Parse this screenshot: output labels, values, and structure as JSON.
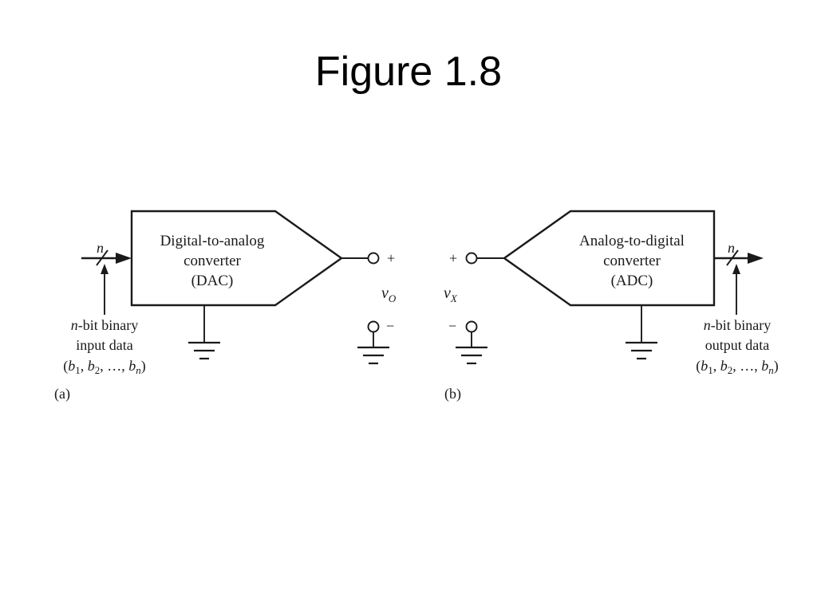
{
  "title": "Figure 1.8",
  "panel_a": {
    "tag": "(a)",
    "block_lines": [
      "Digital-to-analog",
      "converter",
      "(DAC)"
    ],
    "bus_label": "n",
    "caption_line1_var": "n",
    "caption_line1_rest": "-bit binary",
    "caption_line2": "input data",
    "caption_line3": {
      "open": "(",
      "b": "b",
      "sub1": "1",
      "sep1": ", ",
      "sub2": "2",
      "sep2": ", …, ",
      "subn": "n",
      "close": ")"
    },
    "plus": "+",
    "minus": "−",
    "voltage_var": "v",
    "voltage_sub": "O"
  },
  "panel_b": {
    "tag": "(b)",
    "block_lines": [
      "Analog-to-digital",
      "converter",
      "(ADC)"
    ],
    "bus_label": "n",
    "caption_line1_var": "n",
    "caption_line1_rest": "-bit binary",
    "caption_line2": "output data",
    "caption_line3": {
      "open": "(",
      "b": "b",
      "sub1": "1",
      "sep1": ", ",
      "sub2": "2",
      "sep2": ", …, ",
      "subn": "n",
      "close": ")"
    },
    "plus": "+",
    "minus": "−",
    "voltage_var": "v",
    "voltage_sub": "X"
  }
}
